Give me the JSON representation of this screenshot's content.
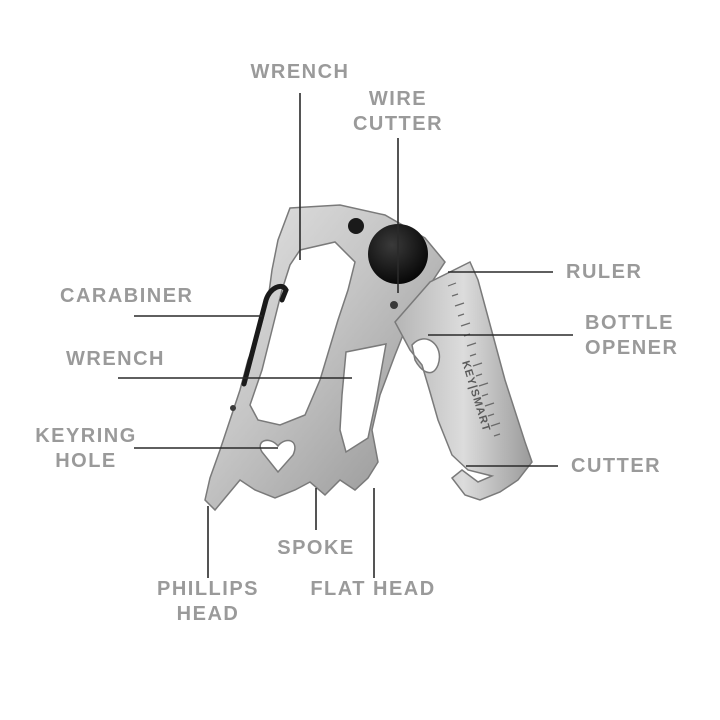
{
  "labels": {
    "wrench_top": "WRENCH",
    "wire_cutter": [
      "WIRE",
      "CUTTER"
    ],
    "ruler": "RULER",
    "bottle_opener": [
      "BOTTLE",
      "OPENER"
    ],
    "cutter": "CUTTER",
    "carabiner": "CARABINER",
    "wrench_mid": "WRENCH",
    "keyring_hole": [
      "KEYRING",
      "HOLE"
    ],
    "spoke": "SPOKE",
    "phillips_head": [
      "PHILLIPS",
      "HEAD"
    ],
    "flat_head": "FLAT HEAD"
  },
  "tool_engraving": "KEY|SMART",
  "colors": {
    "label": "#9a9a9a",
    "leader_line": "#2a2a2a",
    "steel_light": "#d8d8d8",
    "steel_dark": "#8c8c8c",
    "gate": "#1a1a1a",
    "background": "#ffffff"
  }
}
